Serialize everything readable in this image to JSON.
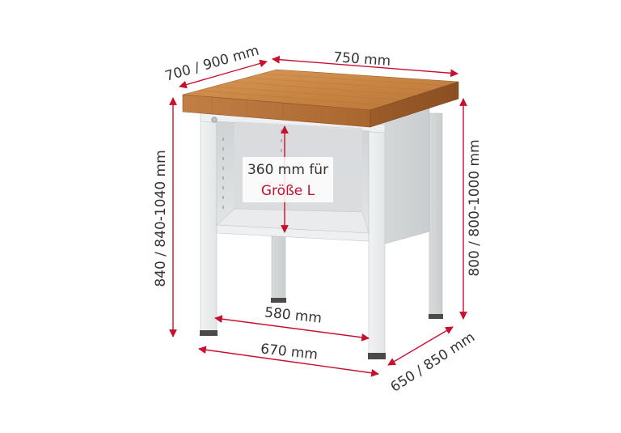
{
  "colors": {
    "arrow": "#c8102e",
    "accent_text": "#c8102e",
    "text": "#333333",
    "wood": "#c8874a",
    "frame": "#e4e7e8"
  },
  "icons": {
    "arrow": "double-headed-arrow-icon"
  },
  "dimensions": {
    "top_depth": "700 / 900 mm",
    "top_width": "750 mm",
    "height_left": "840 / 840-1040 mm",
    "height_right": "800 / 800-1000 mm",
    "inner_height_value": "360 mm für",
    "inner_height_size": "Größe L",
    "inner_width": "580 mm",
    "frame_width": "670 mm",
    "frame_depth": "650 / 850 mm"
  }
}
